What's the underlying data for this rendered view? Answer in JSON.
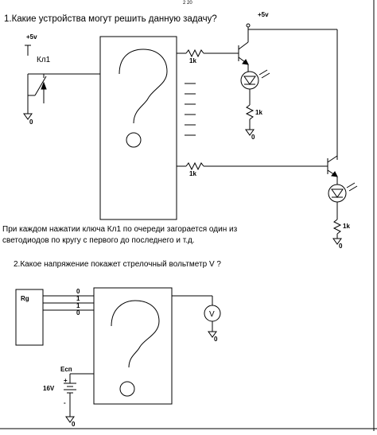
{
  "header": {
    "top_fragment": "2  20"
  },
  "question1": {
    "text": "1.Какие устройства могут решить данную задачу?",
    "description_line1": "При каждом нажатии ключа Кл1 по очереди загорается один из",
    "description_line2": "светодиодов по кругу с первого до последнего и т.д."
  },
  "circuit1": {
    "switch_supply": "+5v",
    "switch_label": "Кл1",
    "ground_label": "0",
    "transistor_supply": "+5v",
    "resistor_top": "1k",
    "resistor_bottom": "1k",
    "led_resistor_1": "1k",
    "led_resistor_2": "1k",
    "ground_1": "0",
    "ground_2": "0"
  },
  "question2": {
    "text": "2.Какое напряжение покажет стрелочный вольтметр V ?"
  },
  "circuit2": {
    "block_label": "Rg",
    "line_labels": [
      "0",
      "1",
      "1",
      "0"
    ],
    "voltmeter": "V",
    "ground_voltmeter": "0",
    "battery_name": "Eсп",
    "battery_value": "16V",
    "battery_plus": "+",
    "battery_minus": "-",
    "ground_battery": "0"
  }
}
